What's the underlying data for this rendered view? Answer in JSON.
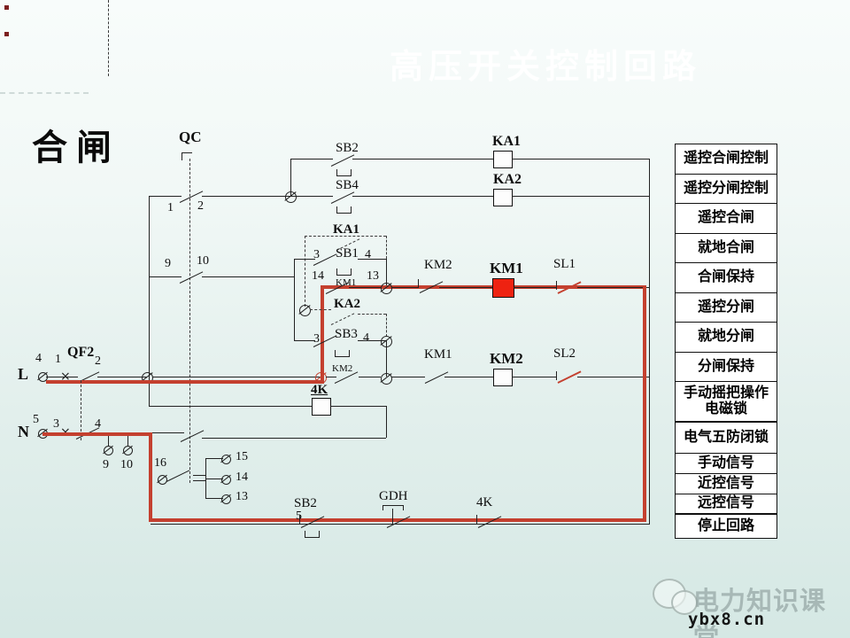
{
  "title": {
    "faint_text": "高压开关控制回路"
  },
  "heading": {
    "text": "合闸"
  },
  "right_panel": {
    "items": [
      {
        "label": "遥控合闸控制"
      },
      {
        "label": "遥控分闸控制"
      },
      {
        "label": "遥控合闸"
      },
      {
        "label": "就地合闸"
      },
      {
        "label": "合闸保持"
      },
      {
        "label": "遥控分闸"
      },
      {
        "label": "就地分闸"
      },
      {
        "label": "分闸保持"
      },
      {
        "label": "手动摇把操作电磁锁"
      },
      {
        "label": "电气五防闭锁"
      },
      {
        "label": "手动信号"
      },
      {
        "label": "近控信号"
      },
      {
        "label": "远控信号"
      },
      {
        "label": "停止回路"
      }
    ]
  },
  "components": {
    "qc": "QC",
    "qf2": "QF2",
    "line_l": "L",
    "line_n": "N",
    "sb2_top": "SB2",
    "sb4": "SB4",
    "ka1_coil": "KA1",
    "ka2_coil": "KA2",
    "ka1_box": "KA1",
    "sb1": "SB1",
    "km1_aux_small": "KM1",
    "ka2_box": "KA2",
    "sb3": "SB3",
    "km2_aux_small": "KM2",
    "km2_nc": "KM2",
    "km1_coil": "KM1",
    "sl1": "SL1",
    "km1_no": "KM1",
    "km2_coil": "KM2",
    "sl2": "SL2",
    "relay_4k": "4K",
    "sb2_bottom": "SB2",
    "gdh": "GDH",
    "relay_4k_contact": "4K"
  },
  "terminals": {
    "qc_row1_left": "1",
    "qc_row1_right": "2",
    "qc_row2_left": "9",
    "qc_row2_right": "10",
    "qf_l_4": "4",
    "qf_l_1": "1",
    "qf_l_2": "2",
    "qf_n_5": "5",
    "qf_n_3": "3",
    "qf_n_4": "4",
    "jack_9": "9",
    "jack_10": "10",
    "chg_16": "16",
    "chg_15": "15",
    "chg_14": "14",
    "chg_13": "13",
    "sb1_3": "3",
    "sb1_4": "4",
    "km1_14": "14",
    "km1_13": "13",
    "sb3_3": "3",
    "sb3_4": "4",
    "sb2_5": "5"
  },
  "watermark": {
    "brand": "电力知识课堂",
    "site": "ybx8.cn"
  },
  "colors": {
    "highlight_red": "#c4402f",
    "coil_fill_red": "#ee2211",
    "wire_black": "#222222"
  }
}
